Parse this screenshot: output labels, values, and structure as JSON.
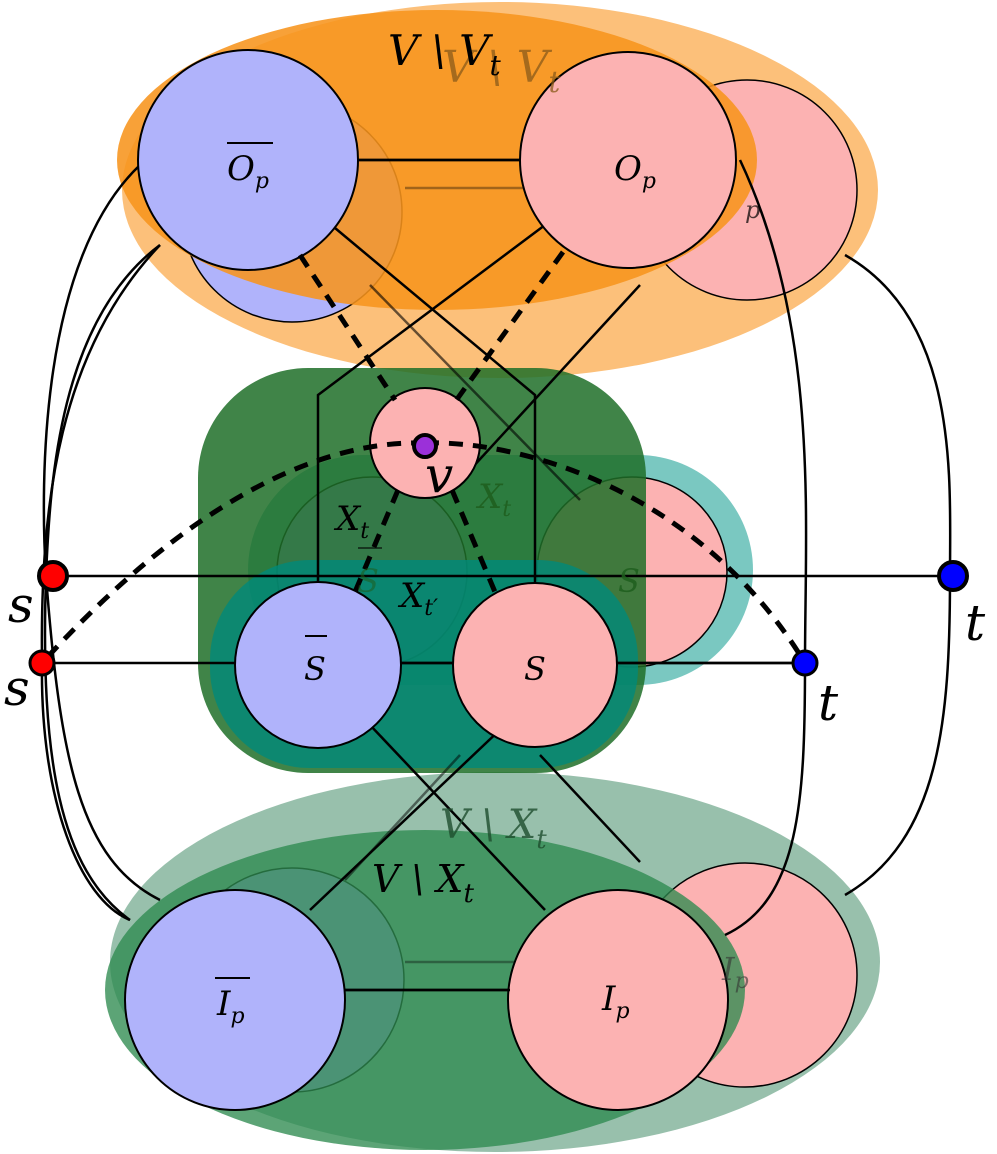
{
  "labels": {
    "top_region": "V \\ V",
    "top_region_sub": "t",
    "top_region_ghost": "V \\ V",
    "top_region_ghost_sub": "t",
    "o_bar_main": "O",
    "o_bar_main_sub": "p",
    "o_main": "O",
    "o_main_sub": "p",
    "o_ghost_sub": "p",
    "v_label": "v",
    "x_t_left": "X",
    "x_t_left_sub": "t",
    "x_t_right": "X",
    "x_t_right_sub": "t",
    "x_t_prime": "X",
    "x_t_prime_sub": "t′",
    "s_bar_ghost": "S",
    "s_ghost": "S",
    "s_bar_main": "S",
    "s_main": "S",
    "s_left_upper": "s",
    "s_left_lower": "s",
    "t_right_upper": "t",
    "t_right_lower": "t",
    "bottom_region_ghost": "V \\ X",
    "bottom_region_ghost_t": "t",
    "bottom_region_ghost_sub": "t",
    "bottom_region_main": "V \\ X",
    "bottom_region_main_t": "t",
    "bottom_region_main_sub": "t",
    "i_bar_main": "I",
    "i_bar_main_sub": "p",
    "i_main": "I",
    "i_main_sub": "p",
    "i_ghost": "I",
    "i_ghost_sub": "p"
  },
  "colors": {
    "orange_region": "#f7941d",
    "orange_region_light": "#fcc07a",
    "dark_green_region": "#2e7d32",
    "teal_region": "#00897b",
    "teal_light_region": "#4db6ac",
    "sage_region": "#81b29a",
    "green_region": "#3f9a5f",
    "blue_set": "#b0b3fb",
    "pink_set": "#fcb2b2",
    "terminal_s": "#ff0000",
    "terminal_t": "#0000ff",
    "vertex_v": "#9b30d9"
  }
}
